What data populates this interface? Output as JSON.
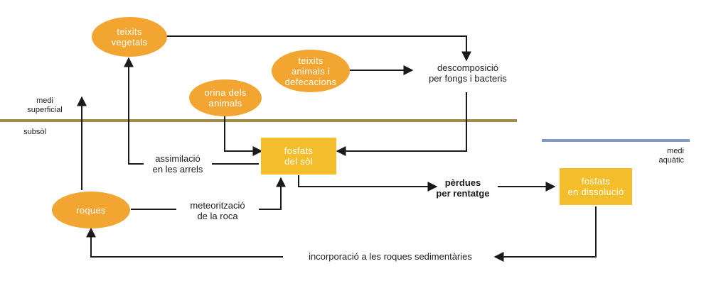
{
  "nodes": {
    "teixits_vegetals": "teixits\nvegetals",
    "teixits_animals": "teixits\nanimals i\ndefecacions",
    "orina": "orina dels\nanimals",
    "roques": "roques",
    "fosfats_sol": "fosfats\ndel sòl",
    "fosfats_dissolucio": "fosfats\nen dissolució"
  },
  "labels": {
    "descomposicio": "descomposició\nper fongs i bacteris",
    "assimilacio": "assimilació\nen les arrels",
    "meteoritzacio": "meteorització\nde la roca",
    "perdues": "pèrdues\nper rentatge",
    "incorporacio": "incorporació a les roques sedimentàries",
    "medi_superficial": "medi\nsuperficial",
    "subsol": "subsòl",
    "medi_aquatic": "medi\naquàtic"
  },
  "colors": {
    "ellipse": "#f2a531",
    "box": "#f3bd2b",
    "ground_line": "#a08a4a",
    "water_line": "#7f98c4",
    "arrow": "#1a1a1a"
  }
}
